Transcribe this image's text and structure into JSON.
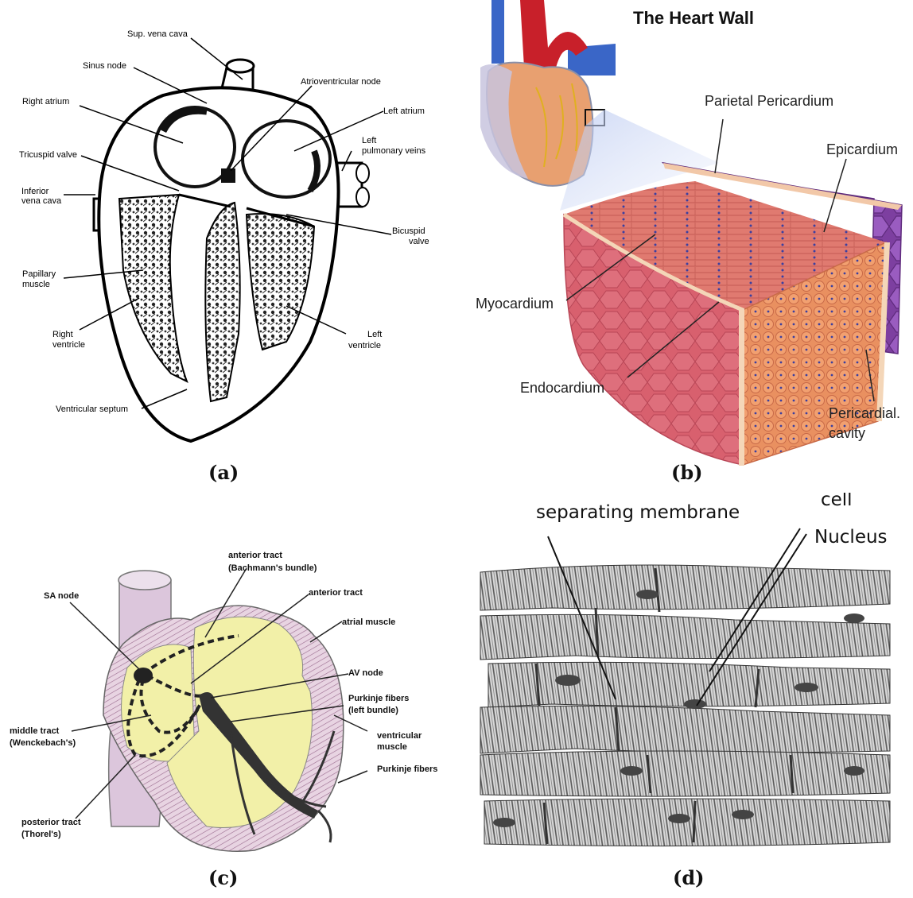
{
  "panels": {
    "a": {
      "caption": "(a)",
      "labels": {
        "sup_vena_cava": "Sup. vena cava",
        "sinus_node": "Sinus node",
        "av_node": "Atrioventricular node",
        "right_atrium": "Right atrium",
        "left_atrium": "Left atrium",
        "tricuspid": "Tricuspid valve",
        "left_pulm_1": "Left",
        "left_pulm_2": "pulmonary veins",
        "inferior_1": "Inferior",
        "inferior_2": "vena cava",
        "bicuspid_1": "Bicuspid",
        "bicuspid_2": "valve",
        "papillary_1": "Papillary",
        "papillary_2": "muscle",
        "right_v_1": "Right",
        "right_v_2": "ventricle",
        "left_v_1": "Left",
        "left_v_2": "ventricle",
        "septum": "Ventricular septum"
      }
    },
    "b": {
      "caption": "(b)",
      "title": "The Heart Wall",
      "labels": {
        "parietal": "Parietal Pericardium",
        "epicardium": "Epicardium",
        "myocardium": "Myocardium",
        "endocardium": "Endocardium",
        "pericardial_1": "Pericardial.",
        "pericardial_2": "cavity"
      }
    },
    "c": {
      "caption": "(c)",
      "labels": {
        "ant_tract_1": "anterior tract",
        "ant_tract_2": "(Bachmann's bundle)",
        "ant_tract_b": "anterior tract",
        "sa_node": "SA node",
        "atrial_muscle": "atrial muscle",
        "av_node": "AV node",
        "purkinje_lb_1": "Purkinje fibers",
        "purkinje_lb_2": "(left bundle)",
        "middle_1": "middle tract",
        "middle_2": "(Wenckebach's)",
        "ventricular_1": "ventricular",
        "ventricular_2": "muscle",
        "purkinje": "Purkinje fibers",
        "posterior_1": "posterior tract",
        "posterior_2": "(Thorel's)"
      }
    },
    "d": {
      "caption": "(d)",
      "labels": {
        "separating": "separating membrane",
        "cell": "cell",
        "nucleus": "Nucleus"
      }
    }
  },
  "colors": {
    "vena_blue": "#3a66c7",
    "aorta_red": "#c8202a",
    "myocardium": "#d9656e",
    "epicardium": "#8a4fb0",
    "conduction_yellow": "#f2f0a8",
    "vessel_pink": "#d8bcd4"
  }
}
